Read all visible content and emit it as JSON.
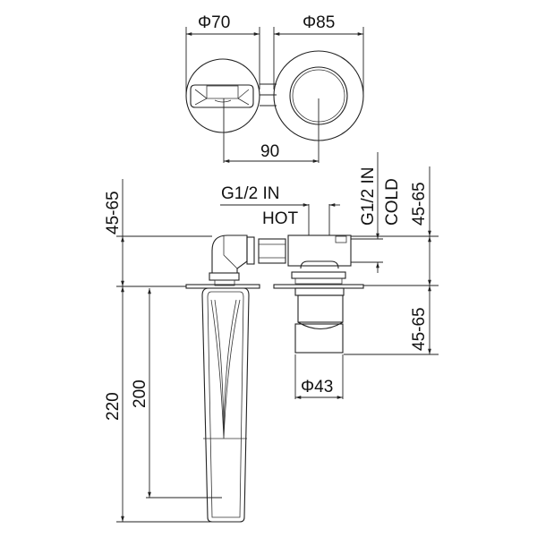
{
  "diagram": {
    "type": "technical-drawing",
    "subject": "Wall-mounted basin mixer with spout",
    "top_view": {
      "left_plate_diameter": "Φ70",
      "right_plate_diameter": "Φ85",
      "center_distance": "90"
    },
    "side_view": {
      "hot_inlet": {
        "thread": "G1/2 IN",
        "label": "HOT"
      },
      "cold_inlet": {
        "thread": "G1/2 IN",
        "label": "COLD"
      },
      "wall_depth_left": "45-65",
      "wall_depth_right_top": "45-65",
      "wall_depth_right_bottom": "45-65",
      "spout_total_height": "220",
      "spout_outlet_height": "200",
      "handle_diameter": "Φ43"
    }
  }
}
